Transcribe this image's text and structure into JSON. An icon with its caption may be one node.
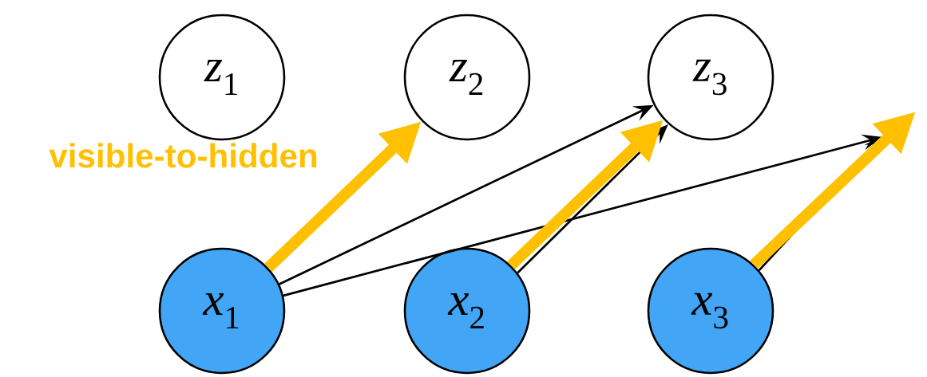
{
  "diagram": {
    "nodes": [
      {
        "text": [
          "*z*$_{1}$"
        ]
      },
      {
        "text": [
          "*z*$_{2}$"
        ]
      },
      {
        "text": [
          "*z*$_{3}$"
        ]
      },
      {
        "text": [
          "*x*$_{1}$"
        ]
      },
      {
        "text": [
          "*x*$_{2}$"
        ]
      },
      {
        "text": [
          "*x*$_{3}$"
        ]
      }
    ],
    "edges": [
      {
        "from": 3,
        "to": 2,
        "arrow": "to"
      },
      {
        "from": 3,
        "to": null,
        "arrow": "to"
      },
      {
        "from": 4,
        "to": 2,
        "arrow": "to"
      },
      {
        "from": 5,
        "to": null,
        "arrow": "to"
      },
      {
        "from": 3,
        "to": 1,
        "arrow": "to",
        "style": "thick",
        "color": "#ffc000"
      },
      {
        "from": 4,
        "to": 2,
        "arrow": "to",
        "style": "thick",
        "color": "#ffc000"
      },
      {
        "from": 5,
        "to": null,
        "arrow": "to",
        "style": "thick",
        "color": "#ffc000"
      }
    ],
    "labels": [
      "visible-to-hidden"
    ]
  }
}
